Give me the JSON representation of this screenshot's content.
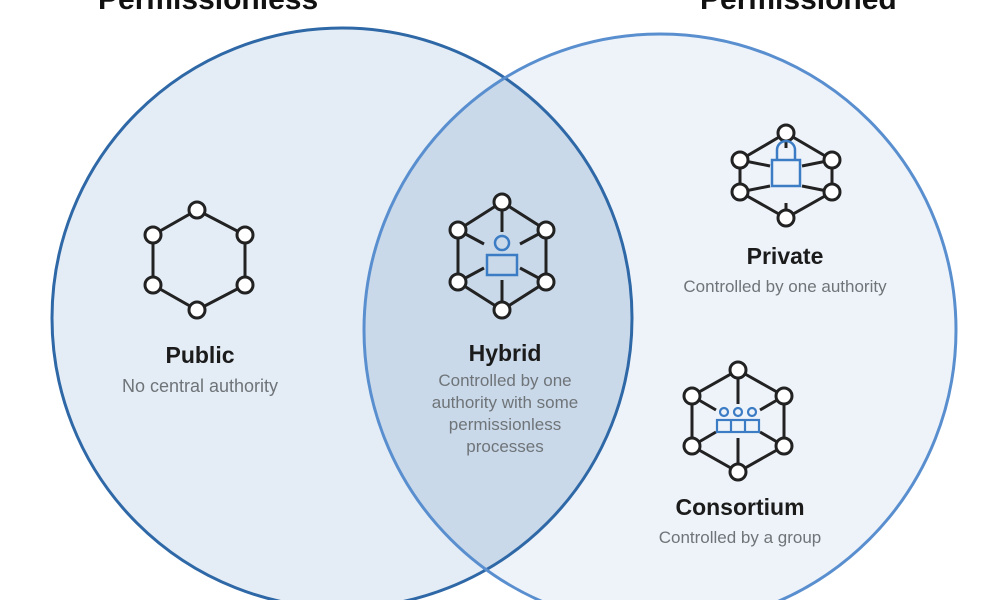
{
  "sets": {
    "left": {
      "label": "Permissionless"
    },
    "right": {
      "label": "Permissioned"
    }
  },
  "regions": {
    "public": {
      "title": "Public",
      "subtitle": "No central authority",
      "icon": "hexagon-network-icon"
    },
    "hybrid": {
      "title": "Hybrid",
      "subtitle_lines": [
        "Controlled by one",
        "authority with some",
        "permissionless",
        "processes"
      ],
      "icon": "network-person-icon"
    },
    "private": {
      "title": "Private",
      "subtitle": "Controlled by one authority",
      "icon": "network-lock-icon"
    },
    "consortium": {
      "title": "Consortium",
      "subtitle": "Controlled by a group",
      "icon": "network-group-icon"
    }
  },
  "colors": {
    "left_fill": "#e4edf6",
    "right_fill": "#eef3fa",
    "overlap_fill": "#c9d9ea",
    "left_stroke": "#2f68a6",
    "right_stroke": "#5a8fcf",
    "accent": "#3b7cc4"
  }
}
